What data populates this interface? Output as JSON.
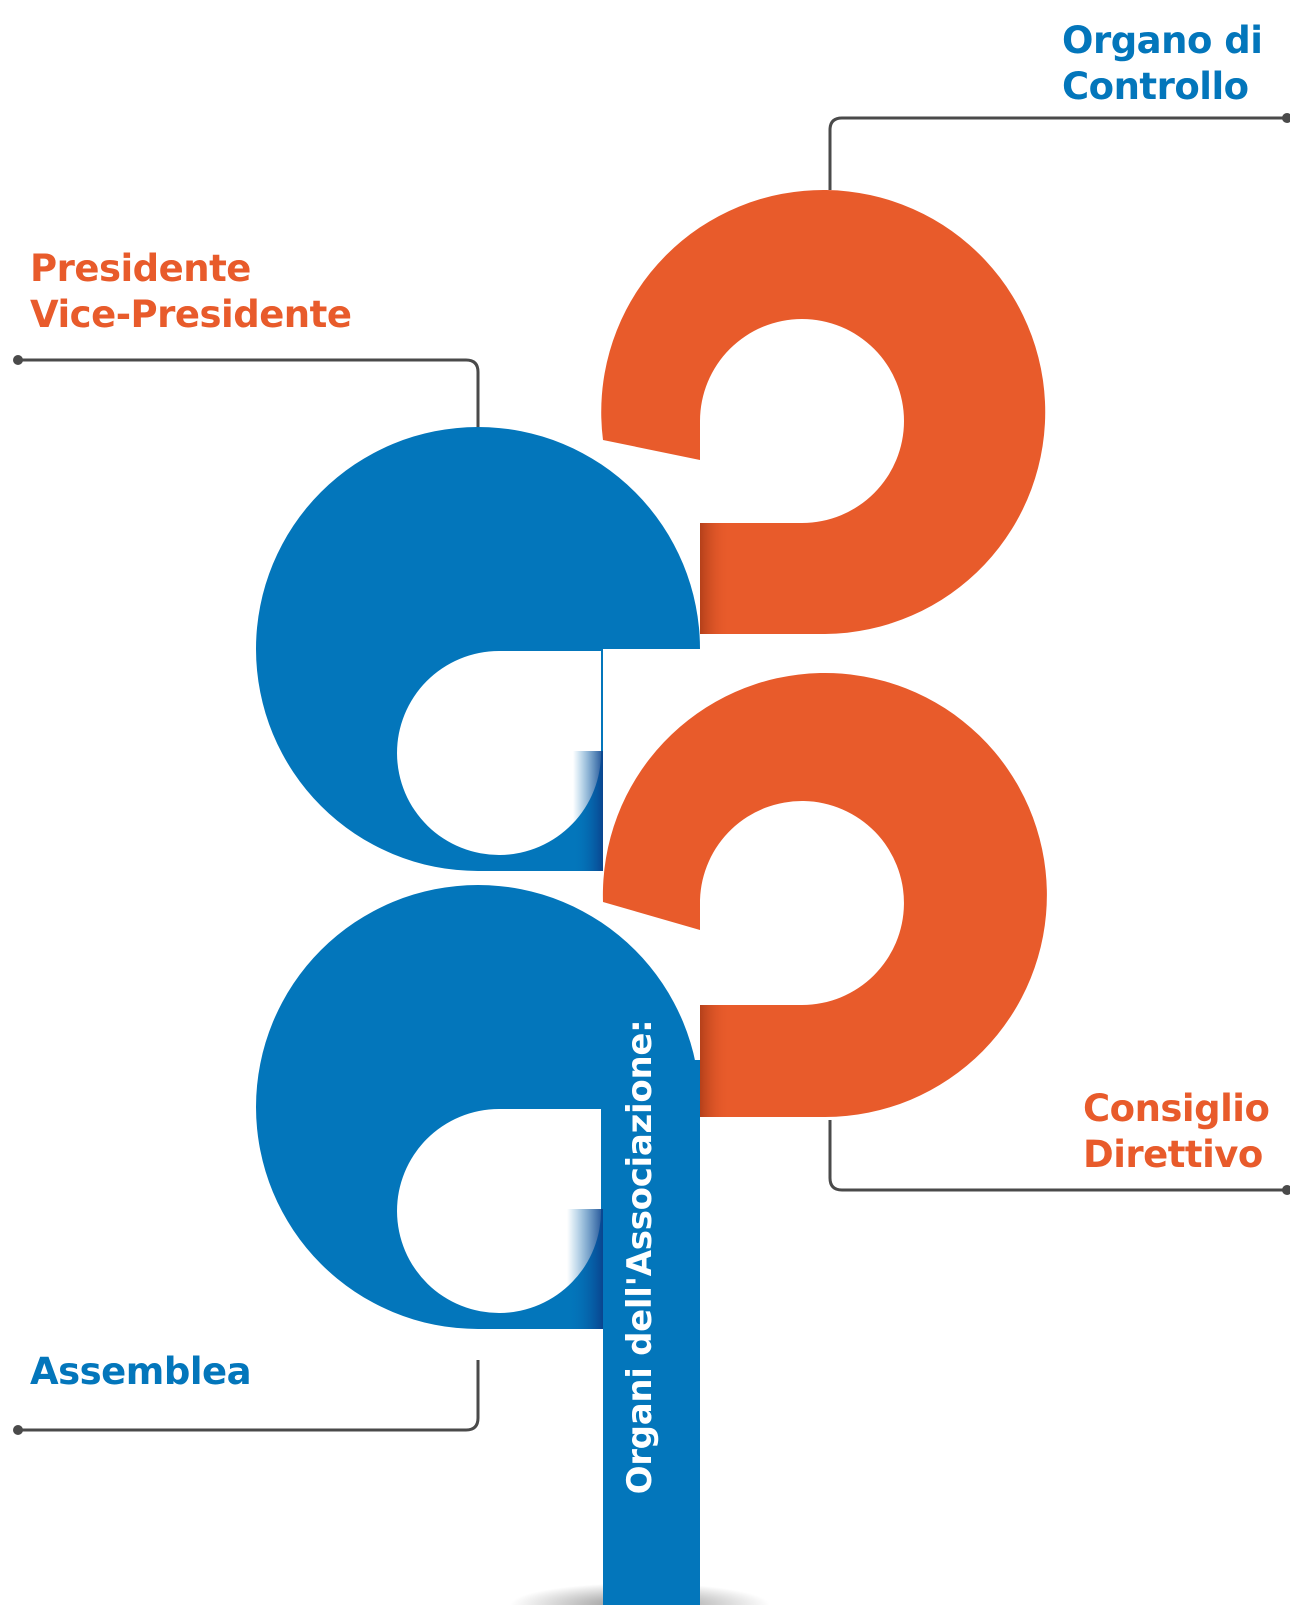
{
  "title": "Organi dell'Associazione:",
  "colors": {
    "orange": "#E85B2B",
    "blue": "#0376BB",
    "connector": "#4a4a4a"
  },
  "nodes": [
    {
      "id": "presidente",
      "lines": [
        "Presidente",
        "Vice-Presidente"
      ],
      "color": "orange"
    },
    {
      "id": "organo-controllo",
      "lines": [
        "Organo di",
        "Controllo"
      ],
      "color": "blue"
    },
    {
      "id": "consiglio",
      "lines": [
        "Consiglio",
        "Direttivo"
      ],
      "color": "orange"
    },
    {
      "id": "assemblea",
      "lines": [
        "Assemblea"
      ],
      "color": "blue"
    }
  ]
}
